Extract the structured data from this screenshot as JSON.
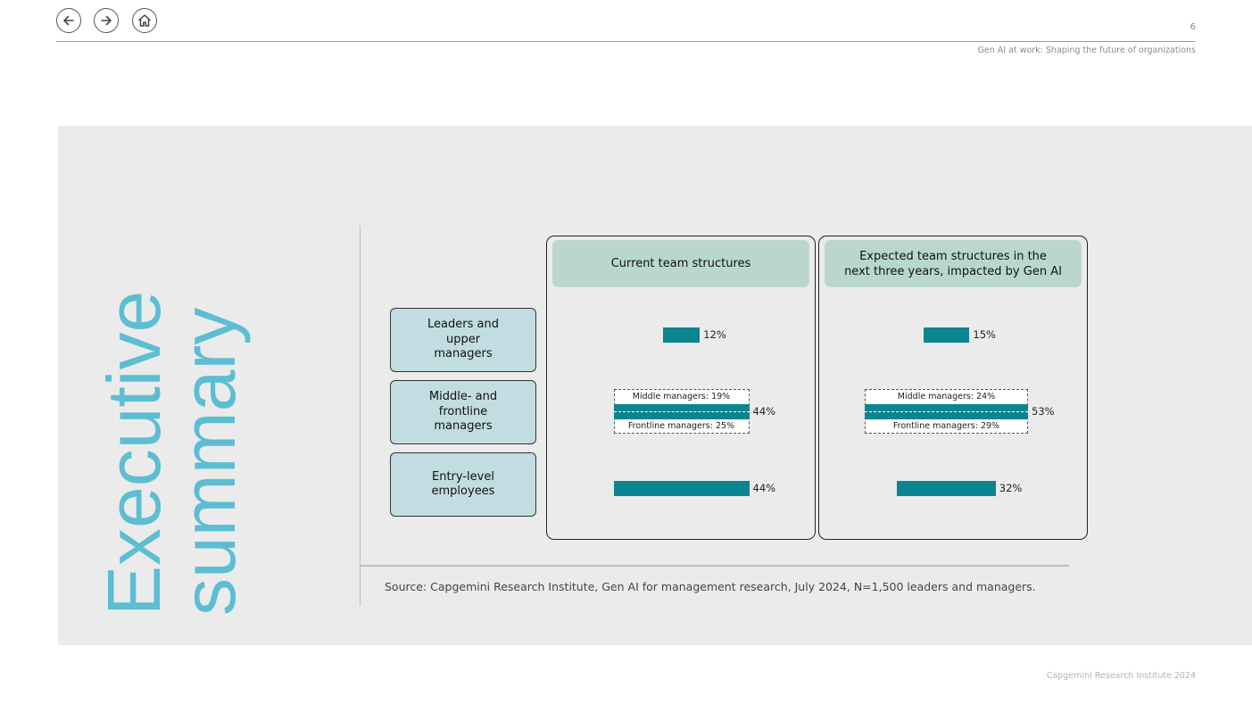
{
  "header": {
    "page_number": "6",
    "doc_title": "Gen AI at work: Shaping the future of organizations"
  },
  "nav": {
    "back_icon": "arrow-left-icon",
    "forward_icon": "arrow-right-icon",
    "home_icon": "home-icon"
  },
  "section_title": [
    "Executive",
    "summary"
  ],
  "footer": "Capgemini Research Institute 2024",
  "source": "Source: Capgemini Research Institute, Gen AI for management research, July 2024, N=1,500 leaders and managers.",
  "colors": {
    "bar": "#0b8590",
    "title": "#5cbdd3",
    "row_label_bg": "#c2dde2",
    "column_header_bg": "#b9d8cb"
  },
  "chart_data": {
    "type": "bar",
    "orientation": "horizontal",
    "categories": [
      "Leaders and\nupper\nmanagers",
      "Middle- and\nfrontline\nmanagers",
      "Entry-level\nemployees"
    ],
    "series": [
      {
        "name": "Current team structures",
        "values": [
          12,
          44,
          44
        ],
        "labels": [
          "12%",
          "44%",
          "44%"
        ],
        "breakdown": {
          "top": {
            "label": "Middle managers: 19%",
            "value": 19
          },
          "bottom": {
            "label": "Frontline managers: 25%",
            "value": 25
          }
        }
      },
      {
        "name": "Expected team structures in the\nnext three years, impacted by Gen AI",
        "values": [
          15,
          53,
          32
        ],
        "labels": [
          "15%",
          "53%",
          "32%"
        ],
        "breakdown": {
          "top": {
            "label": "Middle managers: 24%",
            "value": 24
          },
          "bottom": {
            "label": "Frontline managers: 29%",
            "value": 29
          }
        }
      }
    ],
    "xlim": [
      0,
      100
    ],
    "grid": false
  }
}
